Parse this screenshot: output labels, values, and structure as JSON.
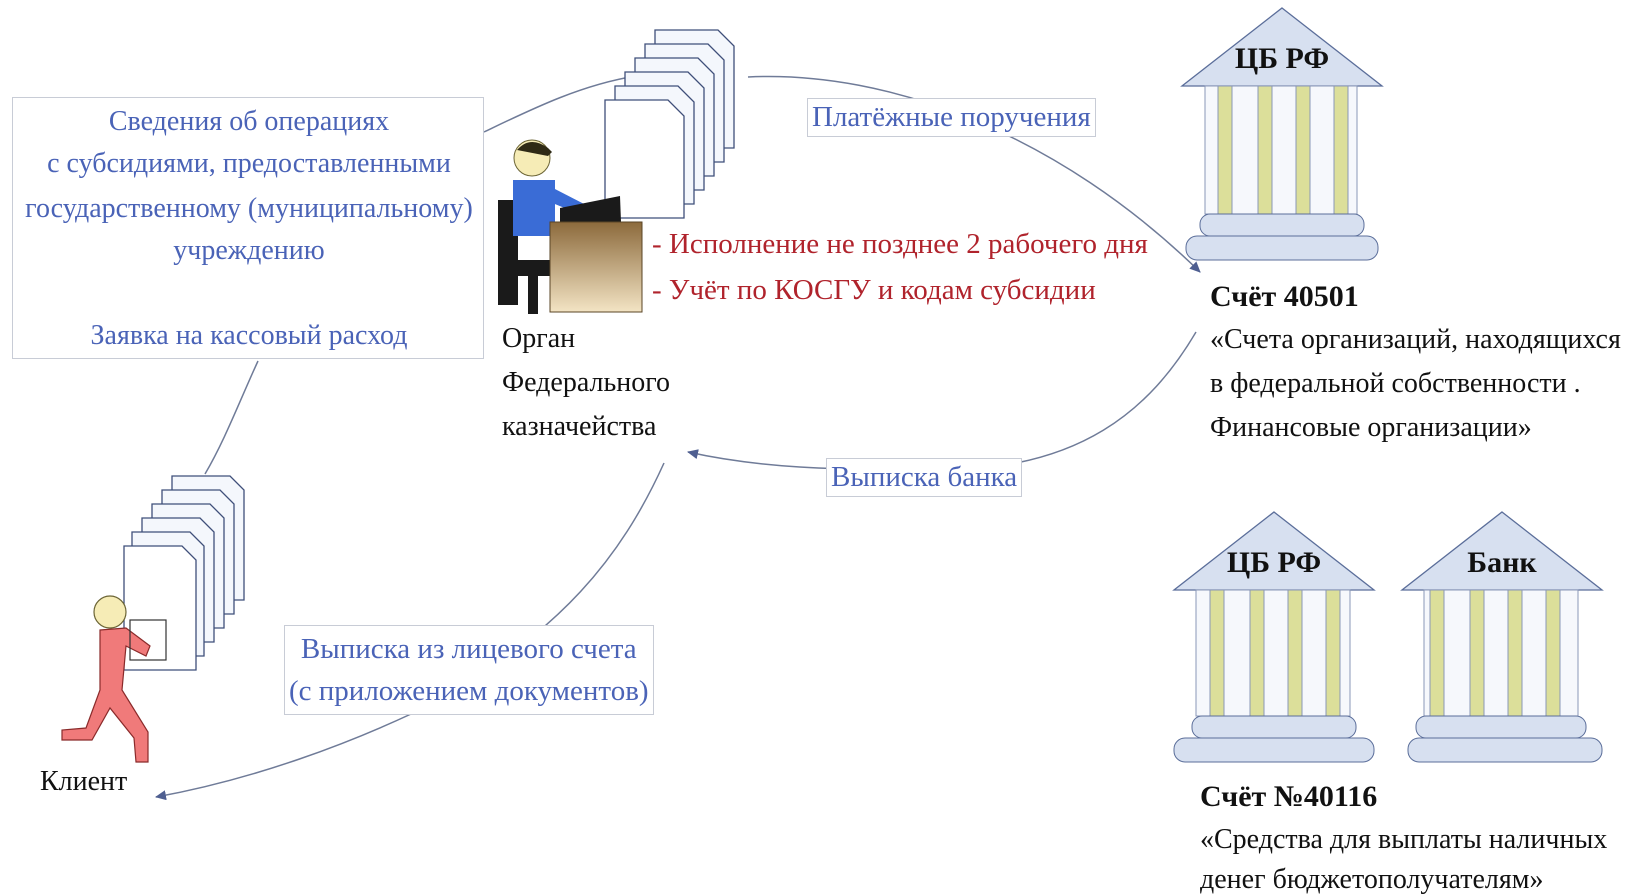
{
  "colors": {
    "text_blue": "#4a63b7",
    "text_red": "#b0232c",
    "arrow": "#6f7b98",
    "column": "#dcdf9a",
    "bank_building": "#d7e0f0",
    "client_figure": "#f07a7a",
    "officer_shirt": "#3a6cd6",
    "desk": "#c9a977"
  },
  "icons": {
    "document_stack": "document-stack-icon",
    "bank_building": "bank-building-icon",
    "treasury_officer": "office-worker-icon",
    "client_figure": "carrying-person-icon"
  },
  "info_box": {
    "lines": [
      "Сведения об операциях",
      "с субсидиями, предоставленными",
      "государственному (муниципальному)",
      "учреждению"
    ],
    "request": "Заявка на кассовый расход"
  },
  "labels": {
    "payment_orders": "Платёжные поручения",
    "bank_statement": "Выписка банка",
    "account_statement_line1": "Выписка из лицевого счета",
    "account_statement_line2": "(с приложением документов)"
  },
  "conditions": [
    "- Исполнение не позднее 2 рабочего дня",
    "- Учёт по КОСГУ и кодам субсидии"
  ],
  "treasury": [
    "Орган",
    "Федерального",
    "казначейства"
  ],
  "client": "Клиент",
  "banks": {
    "cb_top": "ЦБ РФ",
    "cb_bottom": "ЦБ РФ",
    "bank": "Банк"
  },
  "account_40501": {
    "title": "Счёт 40501",
    "desc": [
      "«Счета организаций, находящихся",
      "в федеральной собственности .",
      "Финансовые организации»"
    ]
  },
  "account_40116": {
    "title": "Счёт №40116",
    "desc": [
      "«Средства для выплаты наличных",
      "денег бюджетополучателям»"
    ]
  }
}
